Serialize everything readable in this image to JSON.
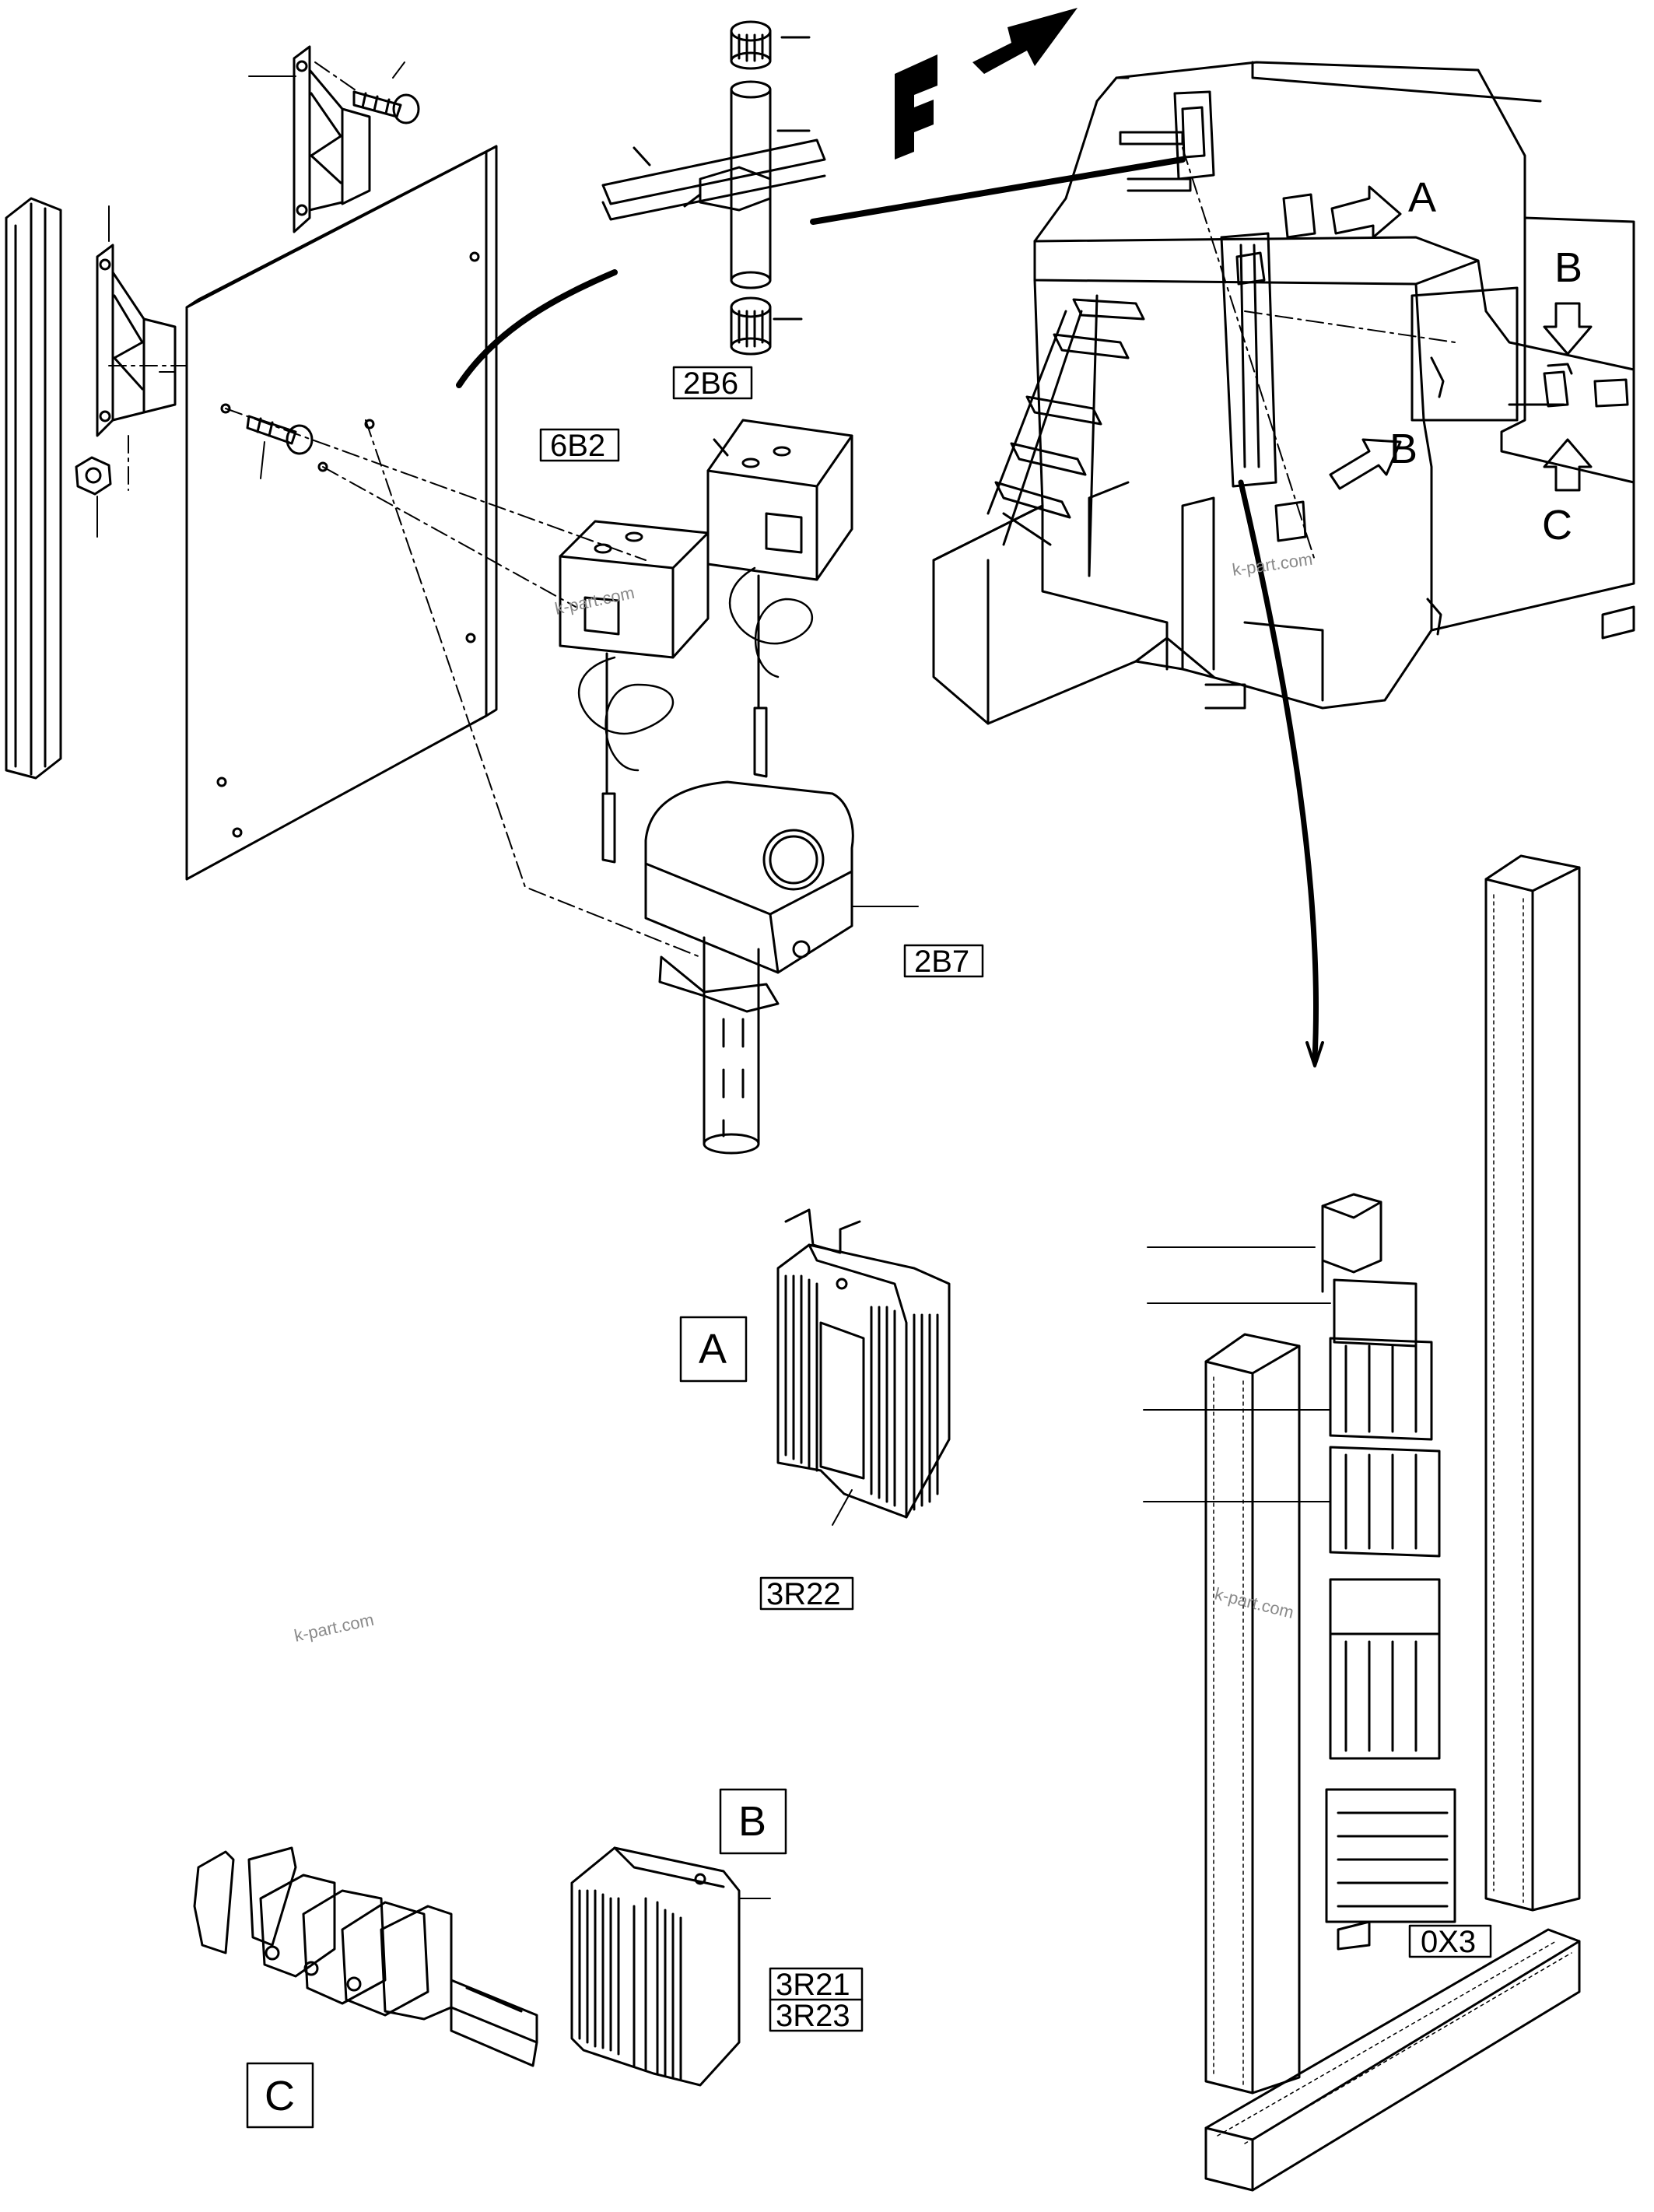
{
  "direction": {
    "letter": "F"
  },
  "callouts": {
    "a_main": "A",
    "b_main": "B",
    "b_door": "B",
    "c_door": "C",
    "a_view": "A",
    "b_view": "B",
    "c_view": "C"
  },
  "part_labels": {
    "p2B6": "2B6",
    "p6B2": "6B2",
    "p2B7": "2B7",
    "p3R22": "3R22",
    "p3R21": "3R21",
    "p3R23": "3R23",
    "p0X3": "0X3"
  },
  "watermarks": [
    "k-part.com",
    "k-part.com",
    "k-part.com",
    "k-part.com"
  ],
  "colors": {
    "line": "#000000",
    "watermark": "#8a8a8a",
    "background": "#ffffff"
  }
}
